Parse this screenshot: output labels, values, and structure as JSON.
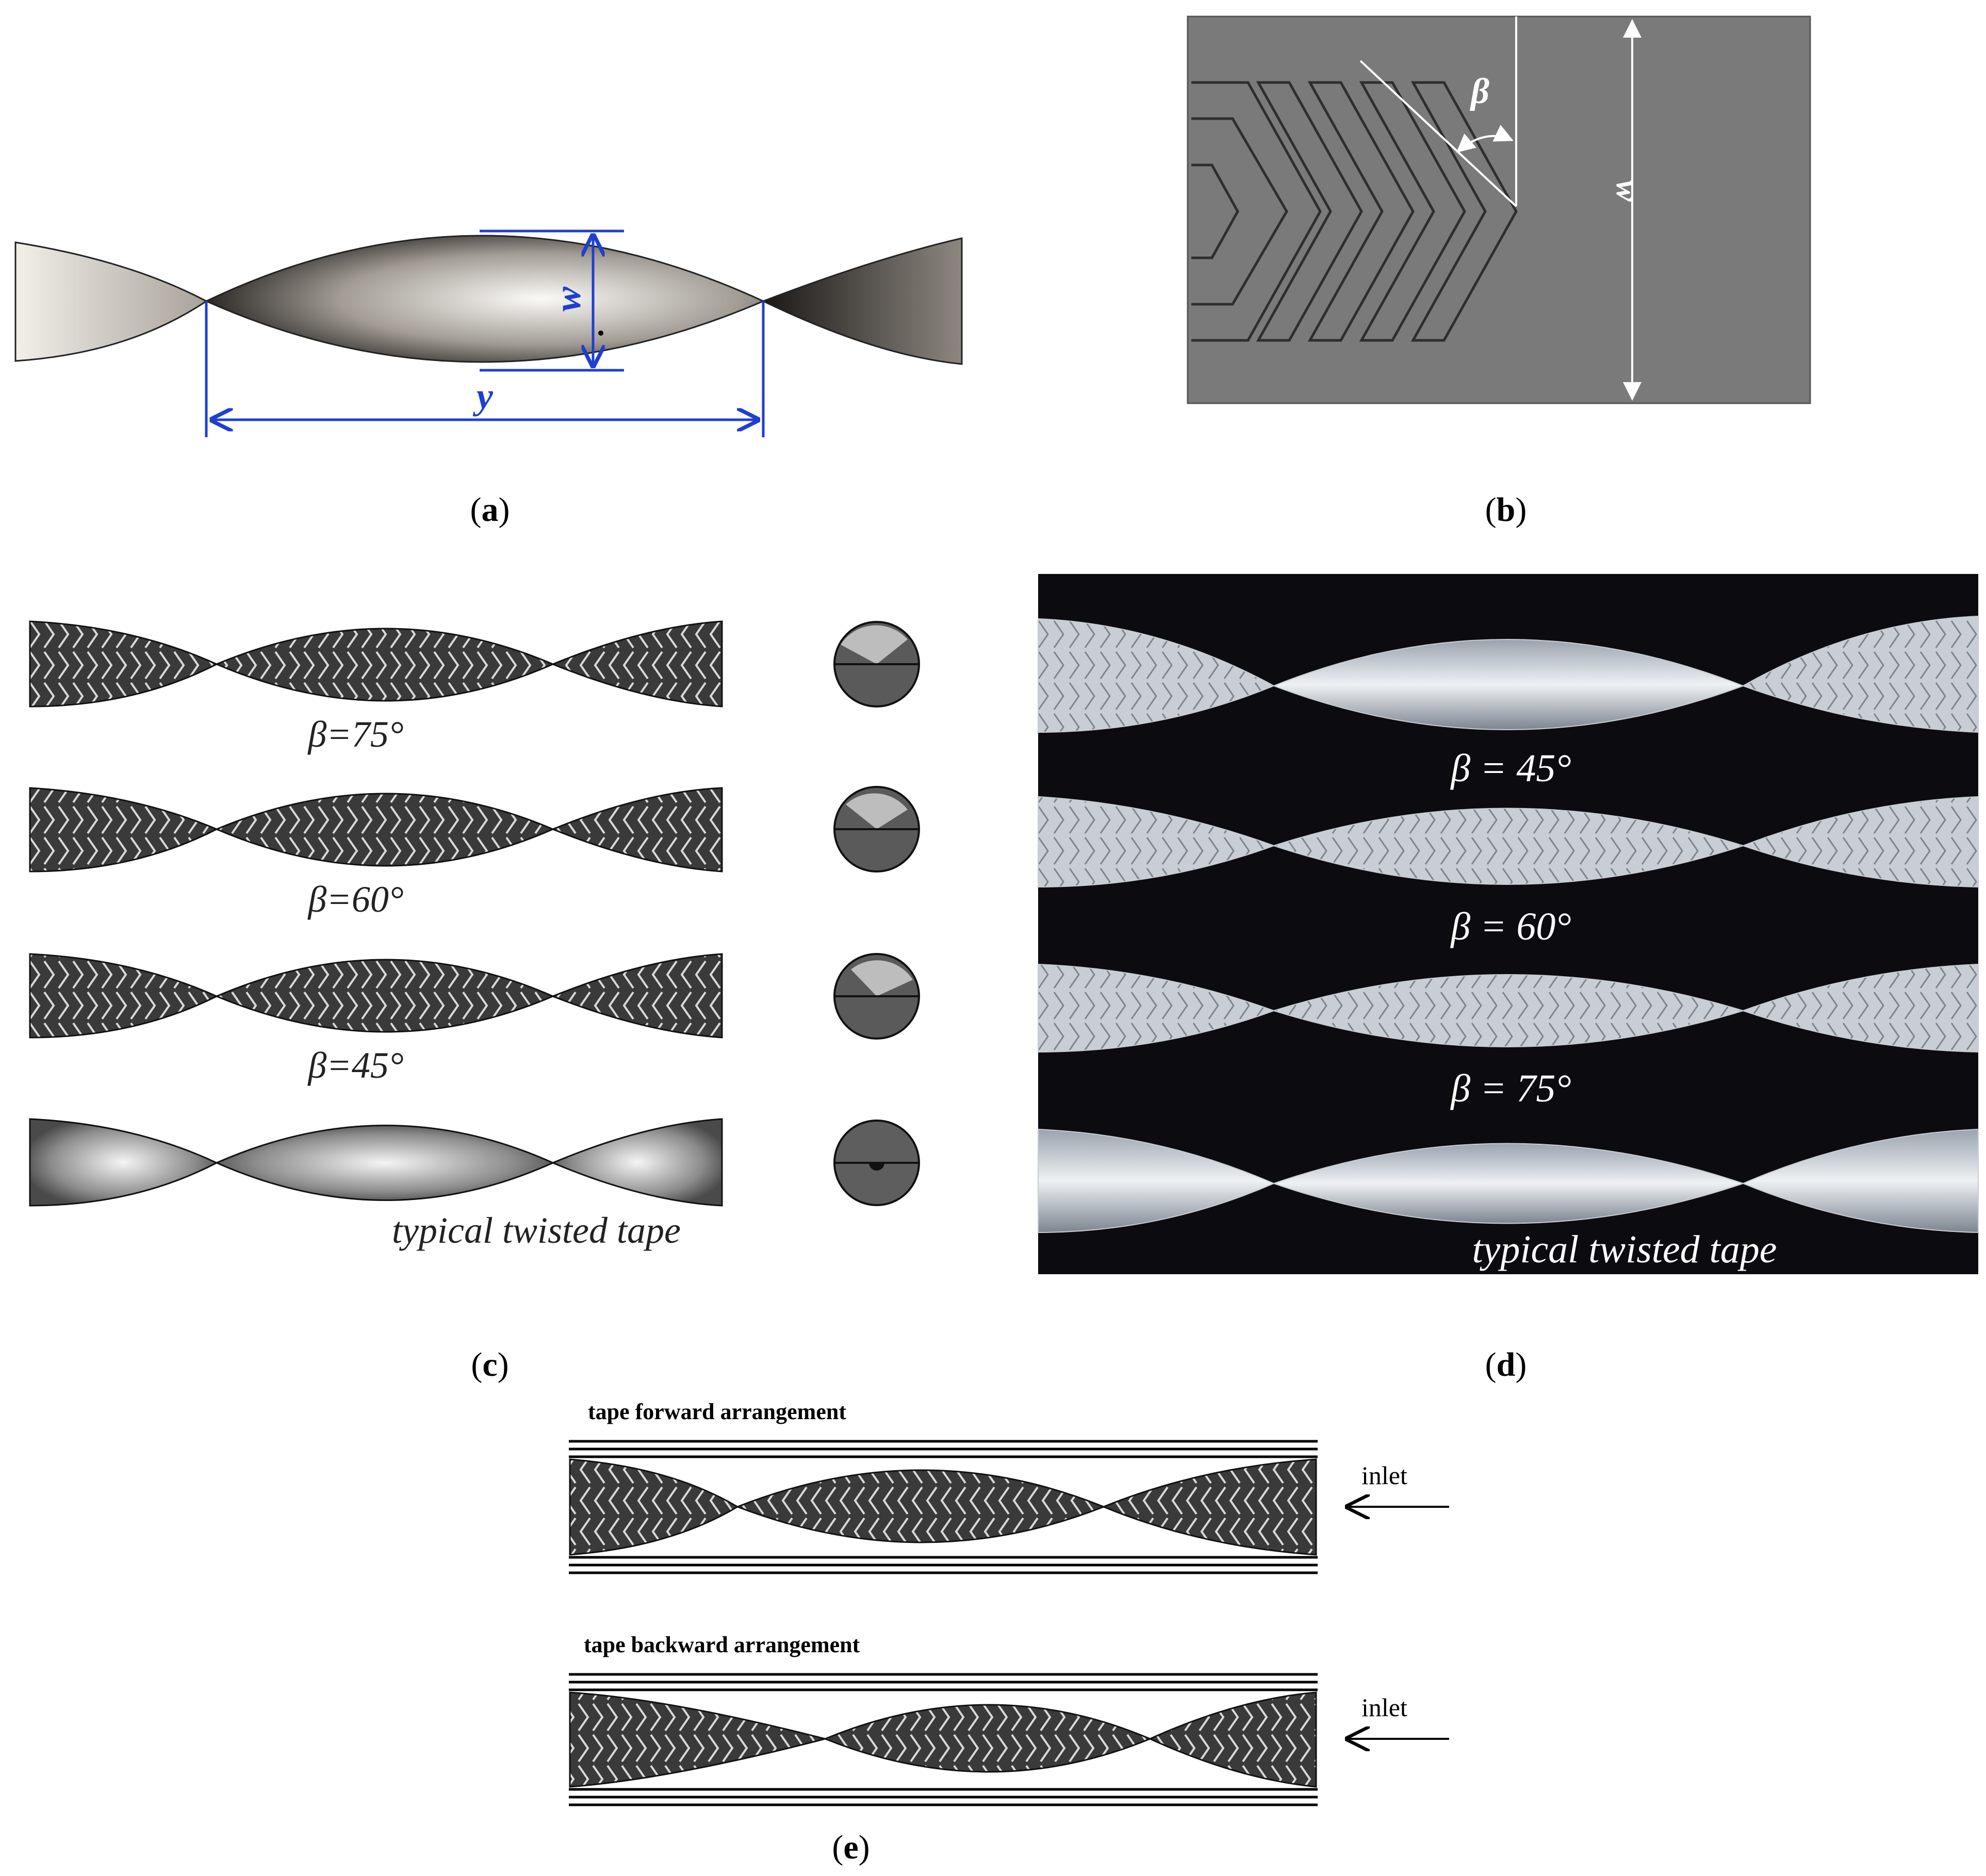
{
  "panels": {
    "a": {
      "caption": "a",
      "width_label": "w",
      "pitch_label": "y"
    },
    "b": {
      "caption": "b",
      "angle_label": "β",
      "width_label": "w"
    },
    "c": {
      "caption": "c",
      "labels": [
        "β=75°",
        "β=60°",
        "β=45°",
        "typical twisted tape"
      ]
    },
    "d": {
      "caption": "d",
      "labels": [
        "β = 45°",
        "β = 60°",
        "β = 75°",
        "typical twisted tape"
      ]
    },
    "e": {
      "caption": "e",
      "forward_title": "tape forward arrangement",
      "backward_title": "tape backward arrangement",
      "inlet_label": "inlet"
    }
  },
  "colors": {
    "dimension_blue": "#1f3fd1",
    "panel_b_bg": "#7a7a7a",
    "photo_bg": "#0c0c10"
  }
}
